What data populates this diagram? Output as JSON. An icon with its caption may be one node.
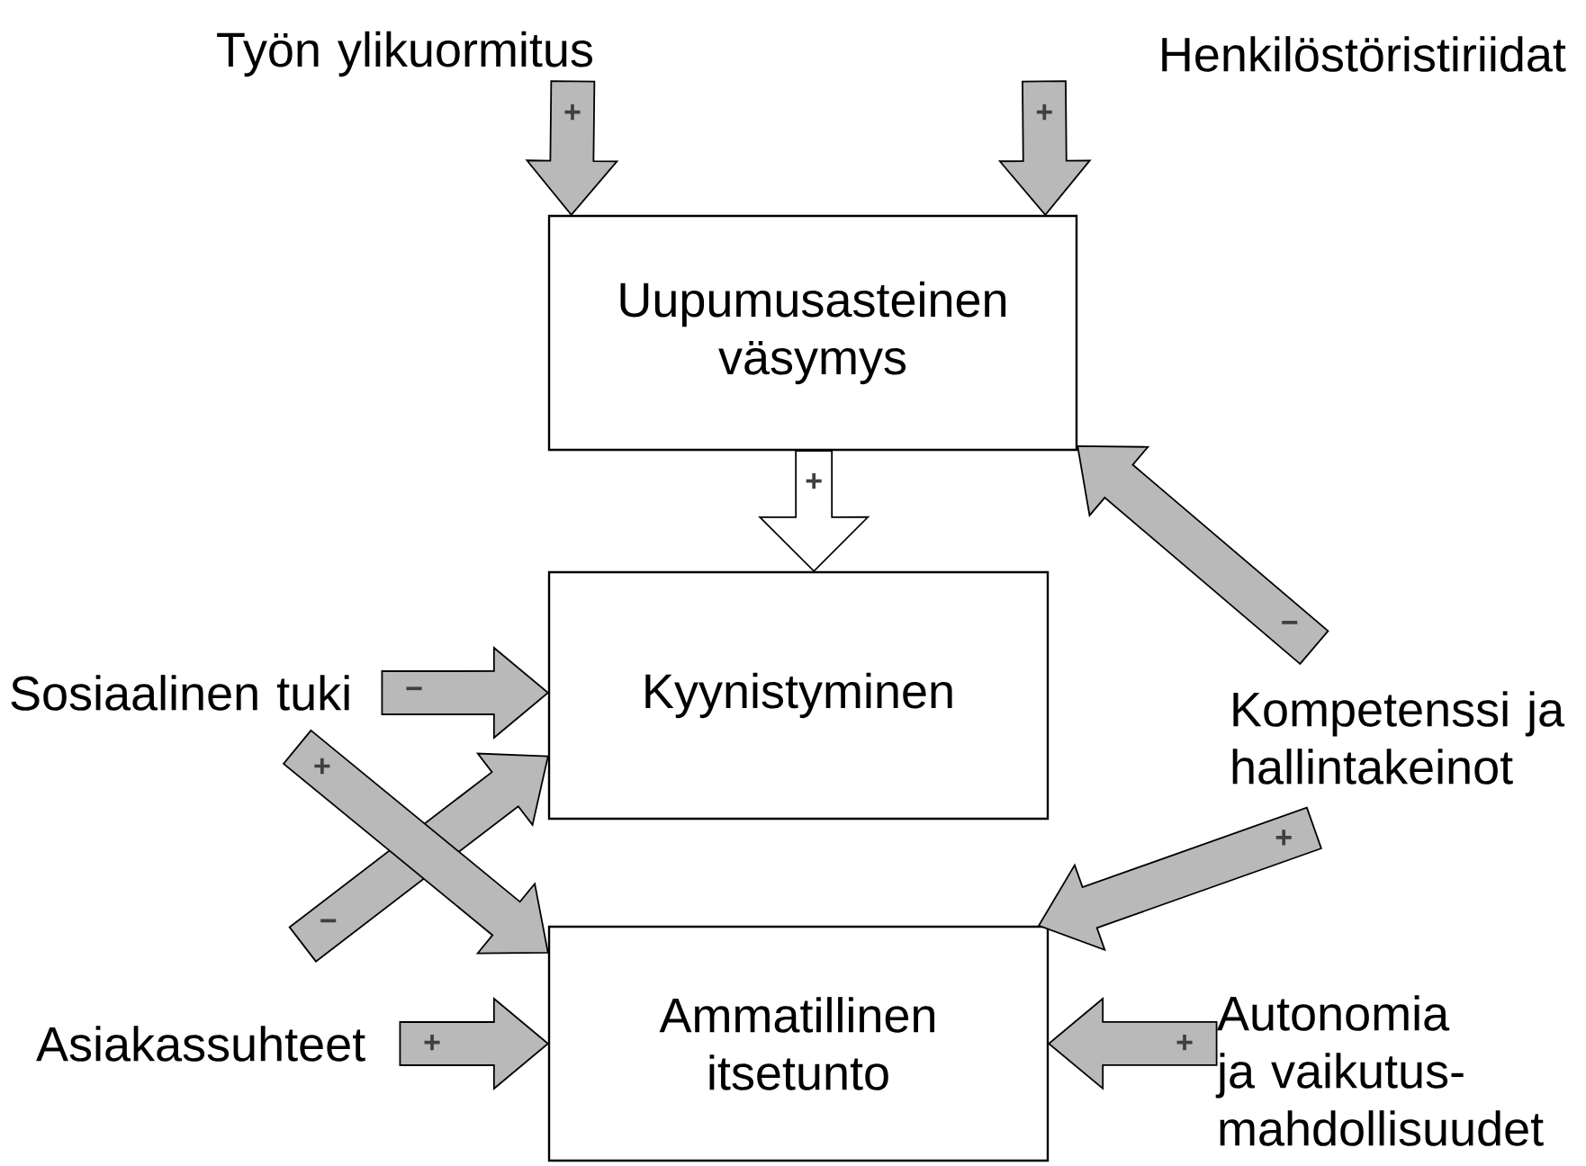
{
  "diagram": {
    "nodes": [
      {
        "text": [
          "Työn ylikuormitus"
        ]
      },
      {
        "text": [
          "Henkilöstöristiriidat"
        ]
      },
      {
        "text": [
          "Uupumusasteinen väsymys"
        ]
      },
      {
        "text": [
          "Sosiaalinen tuki"
        ]
      },
      {
        "text": [
          "Kyynistyminen"
        ]
      },
      {
        "text": [
          "Kompetenssi ja hallintakeinot"
        ]
      },
      {
        "text": [
          "Asiakassuhteet"
        ]
      },
      {
        "text": [
          "Ammatillinen itsetunto"
        ]
      },
      {
        "text": [
          "Autonomia ja vaikutus-mahdollisuudet"
        ]
      }
    ],
    "edges": [
      {
        "from": 0,
        "to": 2,
        "arrow": "to",
        "label": "+"
      },
      {
        "from": 1,
        "to": 2,
        "arrow": "to",
        "label": "+"
      },
      {
        "from": 2,
        "to": 4,
        "arrow": "to",
        "label": "+",
        "color": "#ffffff"
      },
      {
        "from": 3,
        "to": 4,
        "arrow": "to",
        "label": "−"
      },
      {
        "from": 5,
        "to": 2,
        "arrow": "to",
        "label": "−"
      },
      {
        "from": 5,
        "to": 7,
        "arrow": "to",
        "label": "+"
      },
      {
        "from": 6,
        "to": 7,
        "arrow": "to",
        "label": "+"
      },
      {
        "from": 8,
        "to": 7,
        "arrow": "to",
        "label": "+"
      },
      {
        "from": 6,
        "to": 4,
        "arrow": "to",
        "label": "−"
      },
      {
        "from": 3,
        "to": 7,
        "arrow": "to",
        "label": "+"
      }
    ]
  }
}
